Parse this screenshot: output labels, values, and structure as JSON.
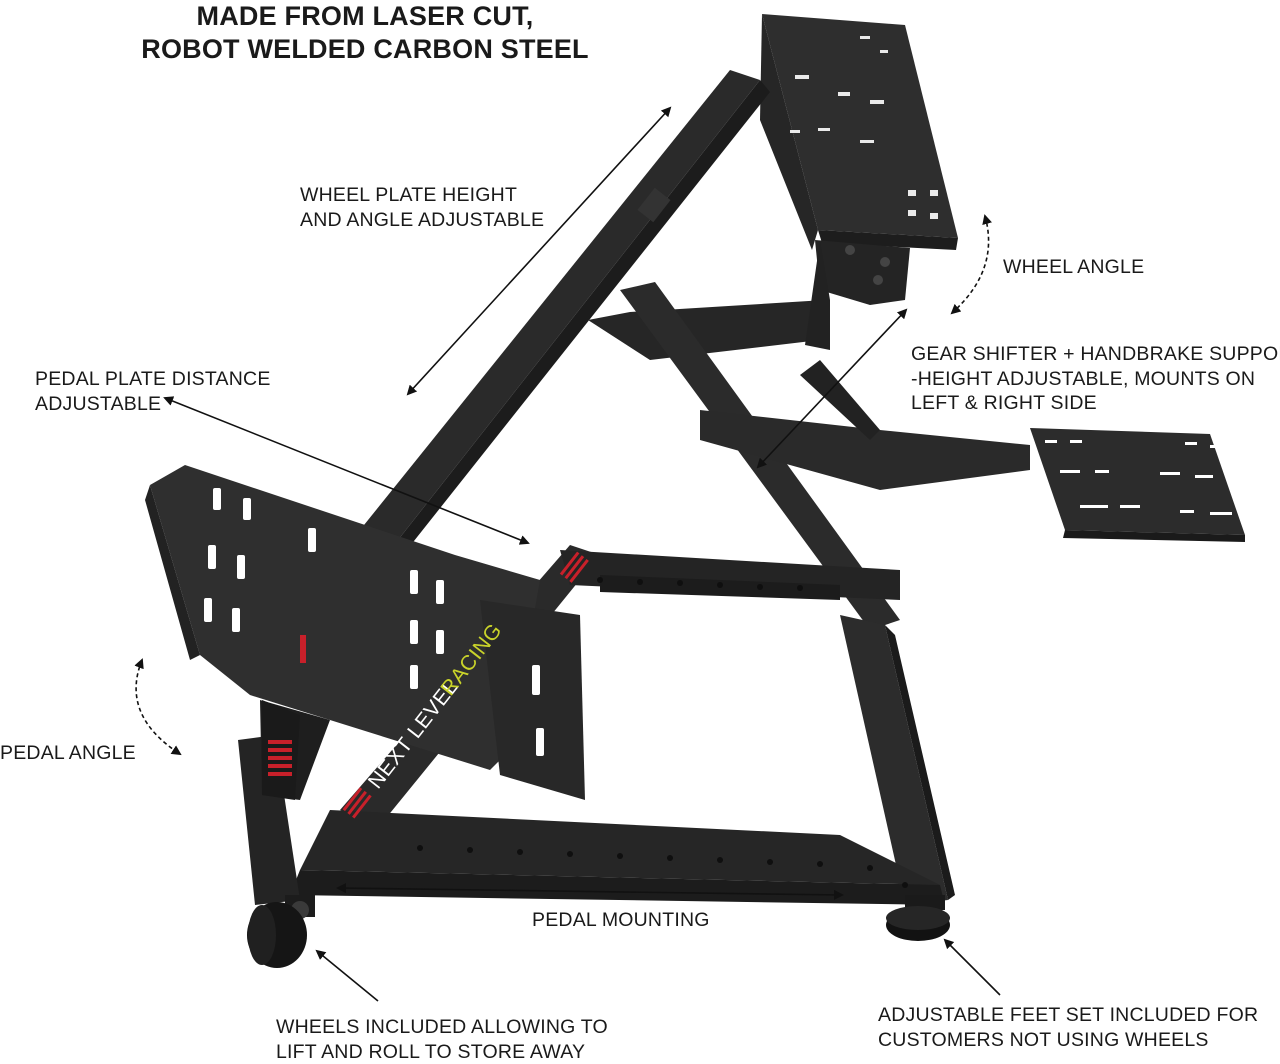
{
  "headline": {
    "line1": "MADE FROM LASER CUT,",
    "line2": "ROBOT WELDED CARBON STEEL"
  },
  "callouts": {
    "wheel_plate": {
      "line1": "WHEEL PLATE HEIGHT",
      "line2": "AND ANGLE ADJUSTABLE"
    },
    "wheel_angle": {
      "line1": "WHEEL ANGLE"
    },
    "shifter_support": {
      "line1": "GEAR SHIFTER + HANDBRAKE SUPPORT",
      "line2": "-HEIGHT ADJUSTABLE, MOUNTS ON",
      "line3": "LEFT & RIGHT SIDE"
    },
    "pedal_plate": {
      "line1": "PEDAL PLATE DISTANCE",
      "line2": "ADJUSTABLE"
    },
    "pedal_angle": {
      "line1": "PEDAL ANGLE"
    },
    "pedal_mounting": {
      "line1": "PEDAL MOUNTING"
    },
    "wheels_included": {
      "line1": "WHEELS INCLUDED ALLOWING TO",
      "line2": "LIFT AND ROLL TO STORE AWAY"
    },
    "adjustable_feet": {
      "line1": "ADJUSTABLE FEET SET INCLUDED FOR",
      "line2": "CUSTOMERS NOT USING WHEELS"
    }
  },
  "product": {
    "brand_part1": "NEXT LEVEL",
    "brand_part2": "RACING",
    "frame_color": "#2b2b2b",
    "frame_dark": "#1c1c1c",
    "frame_light": "#3b3b3b",
    "accent_red": "#c8202a",
    "accent_yellow": "#c9d32a"
  }
}
